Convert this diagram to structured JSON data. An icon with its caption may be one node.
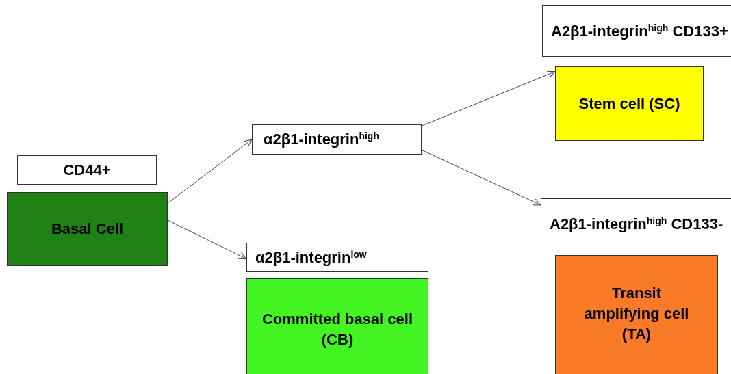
{
  "diagram": {
    "nodes": [
      {
        "text": [
          "CD44+"
        ]
      },
      {
        "text": [
          "Basal Cell"
        ]
      },
      {
        "text": [
          "α2β1-integrin$^{high}$"
        ]
      },
      {
        "text": [
          "α2β1-integrin$^{low}$"
        ]
      },
      {
        "text": [
          "Committed basal cell (CB)"
        ]
      },
      {
        "text": [
          "A2β1-integrin$^{high}$ CD133+"
        ]
      },
      {
        "text": [
          "Stem cell (SC)"
        ]
      },
      {
        "text": [
          "A2β1-integrin$^{high}$ CD133-"
        ]
      },
      {
        "text": [
          "Transit amplifying cell (TA)"
        ]
      }
    ],
    "edges": [
      {
        "from": 1,
        "to": 2,
        "arrow": "to"
      },
      {
        "from": 1,
        "to": 3,
        "arrow": "to"
      },
      {
        "from": 2,
        "to": 6,
        "arrow": "to"
      },
      {
        "from": 2,
        "to": 7,
        "arrow": "to"
      }
    ]
  }
}
